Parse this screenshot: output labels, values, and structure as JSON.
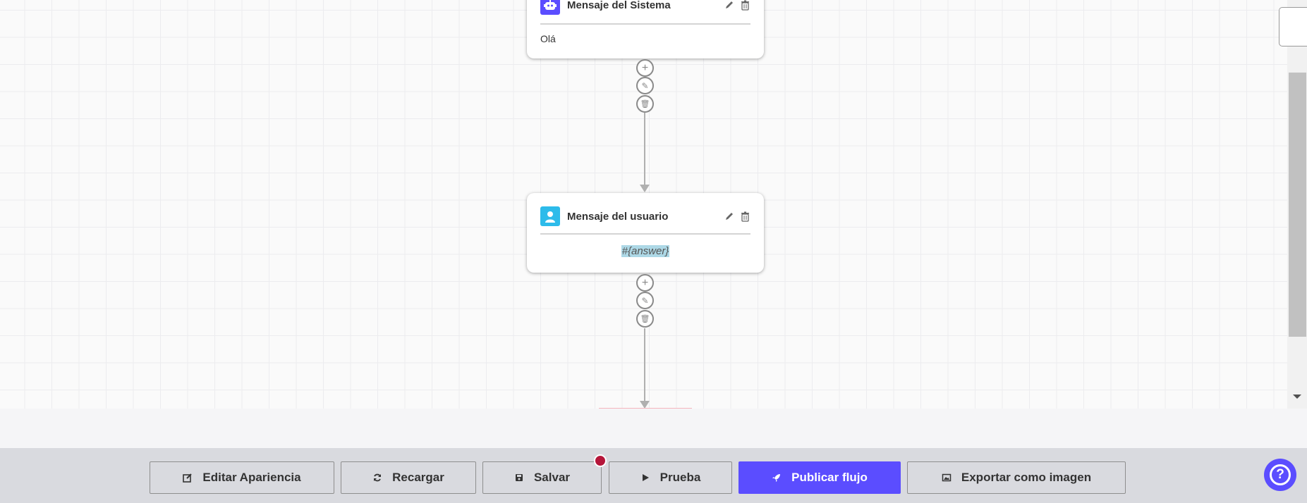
{
  "nodes": [
    {
      "type": "system",
      "title": "Mensaje del Sistema",
      "content": "Olá",
      "icon": "robot-icon",
      "color": "#5b4dff"
    },
    {
      "type": "user",
      "title": "Mensaje del usuario",
      "content": "#{answer}",
      "icon": "user-icon",
      "color": "#2dbbea"
    }
  ],
  "toolbar": {
    "edit_appearance": "Editar Apariencia",
    "reload": "Recargar",
    "save": "Salvar",
    "test": "Prueba",
    "publish": "Publicar flujo",
    "export": "Exportar como imagen"
  },
  "colors": {
    "accent": "#5b4dff",
    "unsaved_dot": "#b5163a",
    "toolbar_bg": "#d9dadf"
  }
}
